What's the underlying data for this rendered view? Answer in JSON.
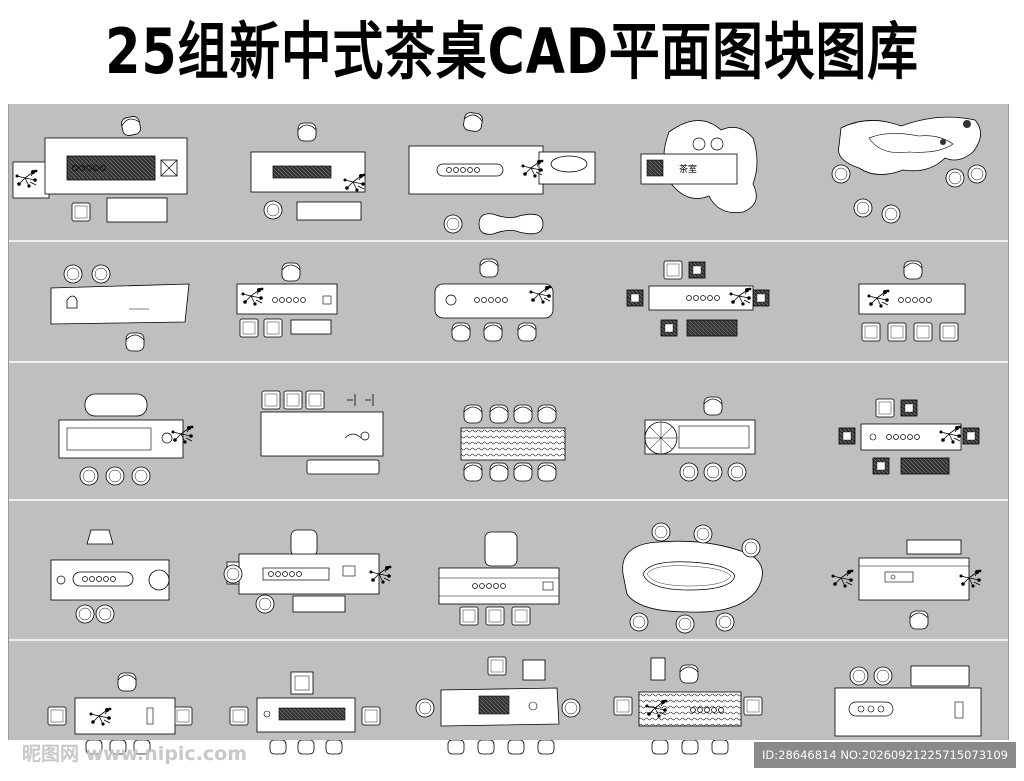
{
  "title": "25组新中式茶桌CAD平面图块图库",
  "block_label": "茶室",
  "watermark": {
    "site": "昵图网 www.nipic.com",
    "id": "ID:28646814 NO:20260921225715073109"
  },
  "colors": {
    "sheet": "#bfbfbf",
    "table": "#ffffff",
    "line": "#000000",
    "divider": "#ffffff",
    "wood": "#2a2a2a"
  },
  "grid": {
    "rows": 5,
    "columns": 5,
    "count": 25
  }
}
